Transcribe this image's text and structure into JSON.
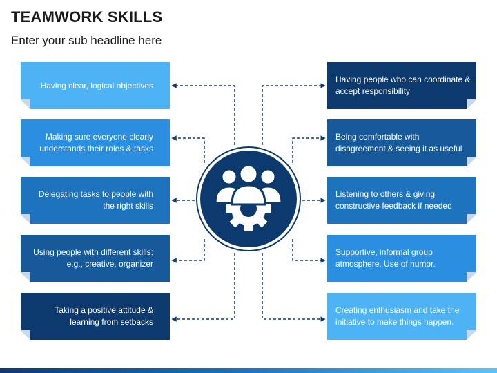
{
  "header": {
    "title": "TEAMWORK SKILLS",
    "subtitle": "Enter your sub headline here"
  },
  "hub": {
    "icon": "team-gear-icon"
  },
  "left_items": [
    {
      "text": "Having clear, logical objectives",
      "color": "#4db3f5"
    },
    {
      "text": "Making sure everyone clearly understands their roles & tasks",
      "color": "#2a8fe0"
    },
    {
      "text": "Delegating tasks to people with the right skills",
      "color": "#1e73be"
    },
    {
      "text": "Using people with different skills: e.g., creative, organizer",
      "color": "#165a9b"
    },
    {
      "text": "Taking a positive attitude & learning from setbacks",
      "color": "#0d3a6e"
    }
  ],
  "right_items": [
    {
      "text": "Having people who can coordinate & accept responsibility",
      "color": "#0d3a6e"
    },
    {
      "text": "Being comfortable with disagreement & seeing it as useful",
      "color": "#165a9b"
    },
    {
      "text": "Listening to others & giving constructive feedback if needed",
      "color": "#1e73be"
    },
    {
      "text": "Supportive, informal group atmosphere. Use of humor.",
      "color": "#2a8fe0"
    },
    {
      "text": "Creating enthusiasm and take the initiative to make things happen.",
      "color": "#4db3f5"
    }
  ]
}
